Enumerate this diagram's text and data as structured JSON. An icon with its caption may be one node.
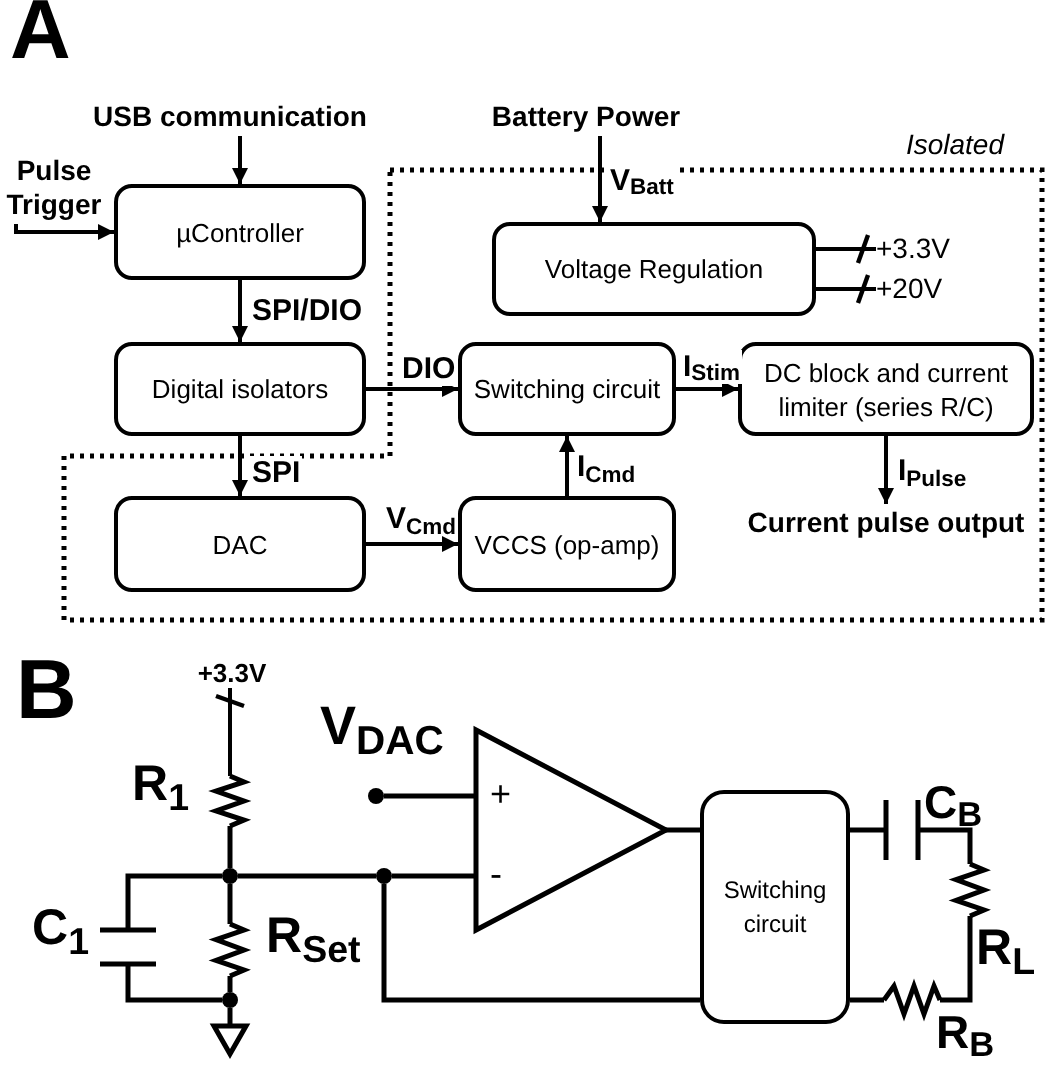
{
  "diagram": {
    "nodes": [
      {
        "text": [
          "USB communication"
        ]
      },
      {
        "text": [
          "Pulse Trigger"
        ]
      },
      {
        "text": [
          "Battery Power"
        ]
      },
      {
        "text": [
          "Isolated"
        ]
      },
      {
        "text": [
          "µController"
        ]
      },
      {
        "text": [
          "Voltage Regulation"
        ],
        "in": 3
      },
      {
        "text": [
          "Digital isolators"
        ]
      },
      {
        "text": [
          "Switching circuit"
        ],
        "in": 3
      },
      {
        "text": [
          "DC block and current limiter (series R/C)"
        ],
        "in": 3
      },
      {
        "text": [
          "DAC"
        ],
        "in": 3
      },
      {
        "text": [
          "VCCS (op-amp)"
        ],
        "in": 3
      },
      {
        "text": [
          "Current pulse output"
        ],
        "in": 3
      },
      {
        "text": [
          "+3.3V"
        ],
        "in": 3
      },
      {
        "text": [
          "+20V"
        ],
        "in": 3
      },
      {
        "text": [
          "Switching circuit"
        ]
      },
      {
        "text": [
          "+",
          "-"
        ]
      },
      {
        "text": [],
        "shape": "capacitor"
      },
      {
        "text": [],
        "shape": "resistor"
      },
      {
        "text": [],
        "shape": "resistor"
      },
      {
        "text": [],
        "shape": "circle"
      },
      {
        "text": [],
        "shape": "circle"
      },
      {
        "text": [],
        "shape": "capacitor"
      },
      {
        "text": [],
        "shape": "resistor"
      },
      {
        "text": [],
        "shape": "resistor"
      },
      {
        "text": [],
        "shape": "circle"
      },
      {
        "text": [],
        "shape": "circle"
      },
      {
        "text": [],
        "shape": "ground"
      },
      {
        "text": [
          "+3.3V"
        ]
      }
    ],
    "edges": [
      {
        "from": 0,
        "to": 4,
        "arrow": "to"
      },
      {
        "from": 1,
        "to": 4,
        "arrow": "to"
      },
      {
        "from": 2,
        "to": 5,
        "arrow": "to",
        "label": "V$_{Batt}$"
      },
      {
        "from": 4,
        "to": 6,
        "arrow": "to",
        "label": "SPI/DIO"
      },
      {
        "from": 6,
        "to": 7,
        "arrow": "to",
        "label": "DIO"
      },
      {
        "from": 6,
        "to": 9,
        "arrow": "to",
        "label": "SPI"
      },
      {
        "from": 7,
        "to": 8,
        "arrow": "to",
        "label": "I$_{Stim}$"
      },
      {
        "from": 9,
        "to": 10,
        "arrow": "to",
        "label": "V$_{Cmd}$"
      },
      {
        "from": 10,
        "to": 7,
        "arrow": "to",
        "label": "I$_{Cmd}$"
      },
      {
        "from": 8,
        "to": 11,
        "arrow": "to",
        "label": "I$_{Pulse}$"
      },
      {
        "from": 5,
        "to": 12,
        "arrow": "other"
      },
      {
        "from": 5,
        "to": 13,
        "arrow": "other"
      },
      {
        "from": 15,
        "to": 14,
        "arrow": "none"
      },
      {
        "from": 14,
        "to": 16,
        "arrow": "none"
      },
      {
        "from": 16,
        "to": 17,
        "arrow": "none"
      },
      {
        "from": 17,
        "to": 18,
        "arrow": "none"
      },
      {
        "from": 18,
        "to": 14,
        "arrow": "none"
      },
      {
        "from": 14,
        "to": 19,
        "arrow": "none"
      },
      {
        "from": 19,
        "to": 15,
        "arrow": "none"
      },
      {
        "from": 20,
        "to": 15,
        "arrow": "none"
      },
      {
        "from": 22,
        "to": 27,
        "arrow": "other"
      },
      {
        "from": 22,
        "to": 24,
        "arrow": "none"
      },
      {
        "from": 24,
        "to": 19,
        "arrow": "none"
      },
      {
        "from": 21,
        "to": 24,
        "arrow": "none"
      },
      {
        "from": 24,
        "to": 23,
        "arrow": "none"
      },
      {
        "from": 23,
        "to": 25,
        "arrow": "none"
      },
      {
        "from": 21,
        "to": 25,
        "arrow": "none"
      },
      {
        "from": 25,
        "to": 26,
        "arrow": "none"
      }
    ],
    "labels": [
      "A",
      "B",
      "V$_{DAC}$",
      "R$_{1}$",
      "C$_{B}$",
      "C$_{1}$",
      "R$_{Set}$",
      "R$_{L}$",
      "R$_{B}$"
    ]
  }
}
